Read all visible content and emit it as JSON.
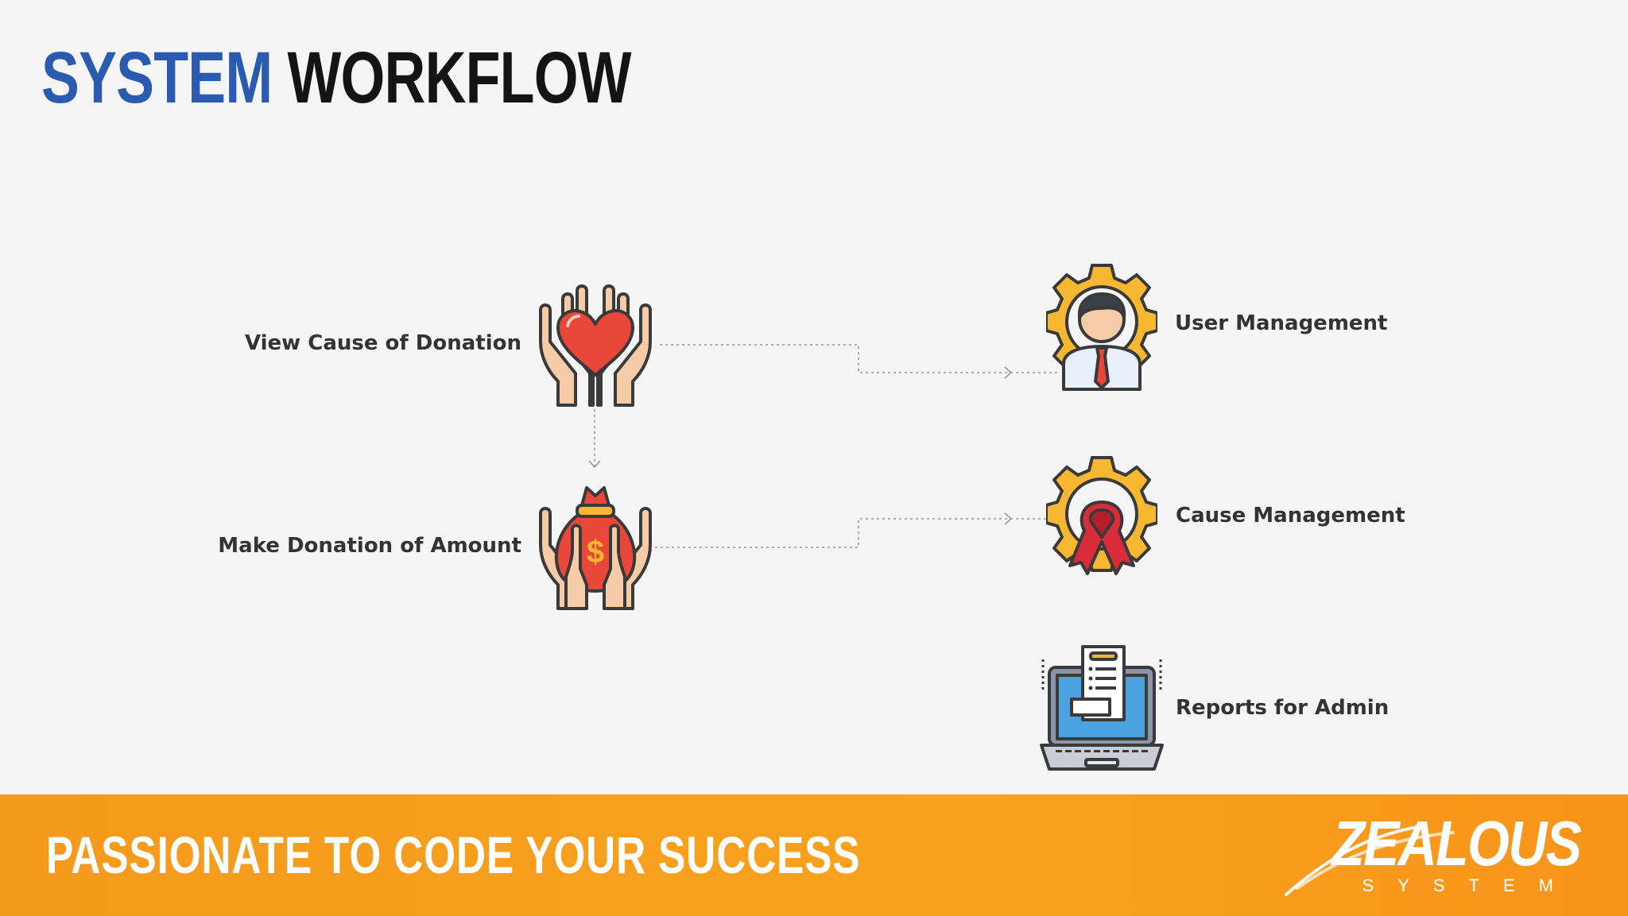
{
  "title": {
    "part1": "SYSTEM",
    "part2": "WORKFLOW"
  },
  "workflow": {
    "left": [
      {
        "label": "View Cause of Donation",
        "icon": "hands-heart-icon"
      },
      {
        "label": "Make Donation of Amount",
        "icon": "hands-money-bag-icon"
      }
    ],
    "right": [
      {
        "label": "User Management",
        "icon": "gear-user-icon"
      },
      {
        "label": "Cause Management",
        "icon": "gear-ribbon-icon"
      },
      {
        "label": "Reports for Admin",
        "icon": "laptop-report-icon"
      }
    ]
  },
  "footer": {
    "tagline": "PASSIONATE TO CODE YOUR SUCCESS",
    "brand_name": "ZEALOUS",
    "brand_sub": "SYSTEM"
  },
  "colors": {
    "title_blue": "#2a5bb0",
    "footer_orange": "#f8a21f",
    "gear_yellow": "#f7b731",
    "heart_red": "#e8473a"
  }
}
